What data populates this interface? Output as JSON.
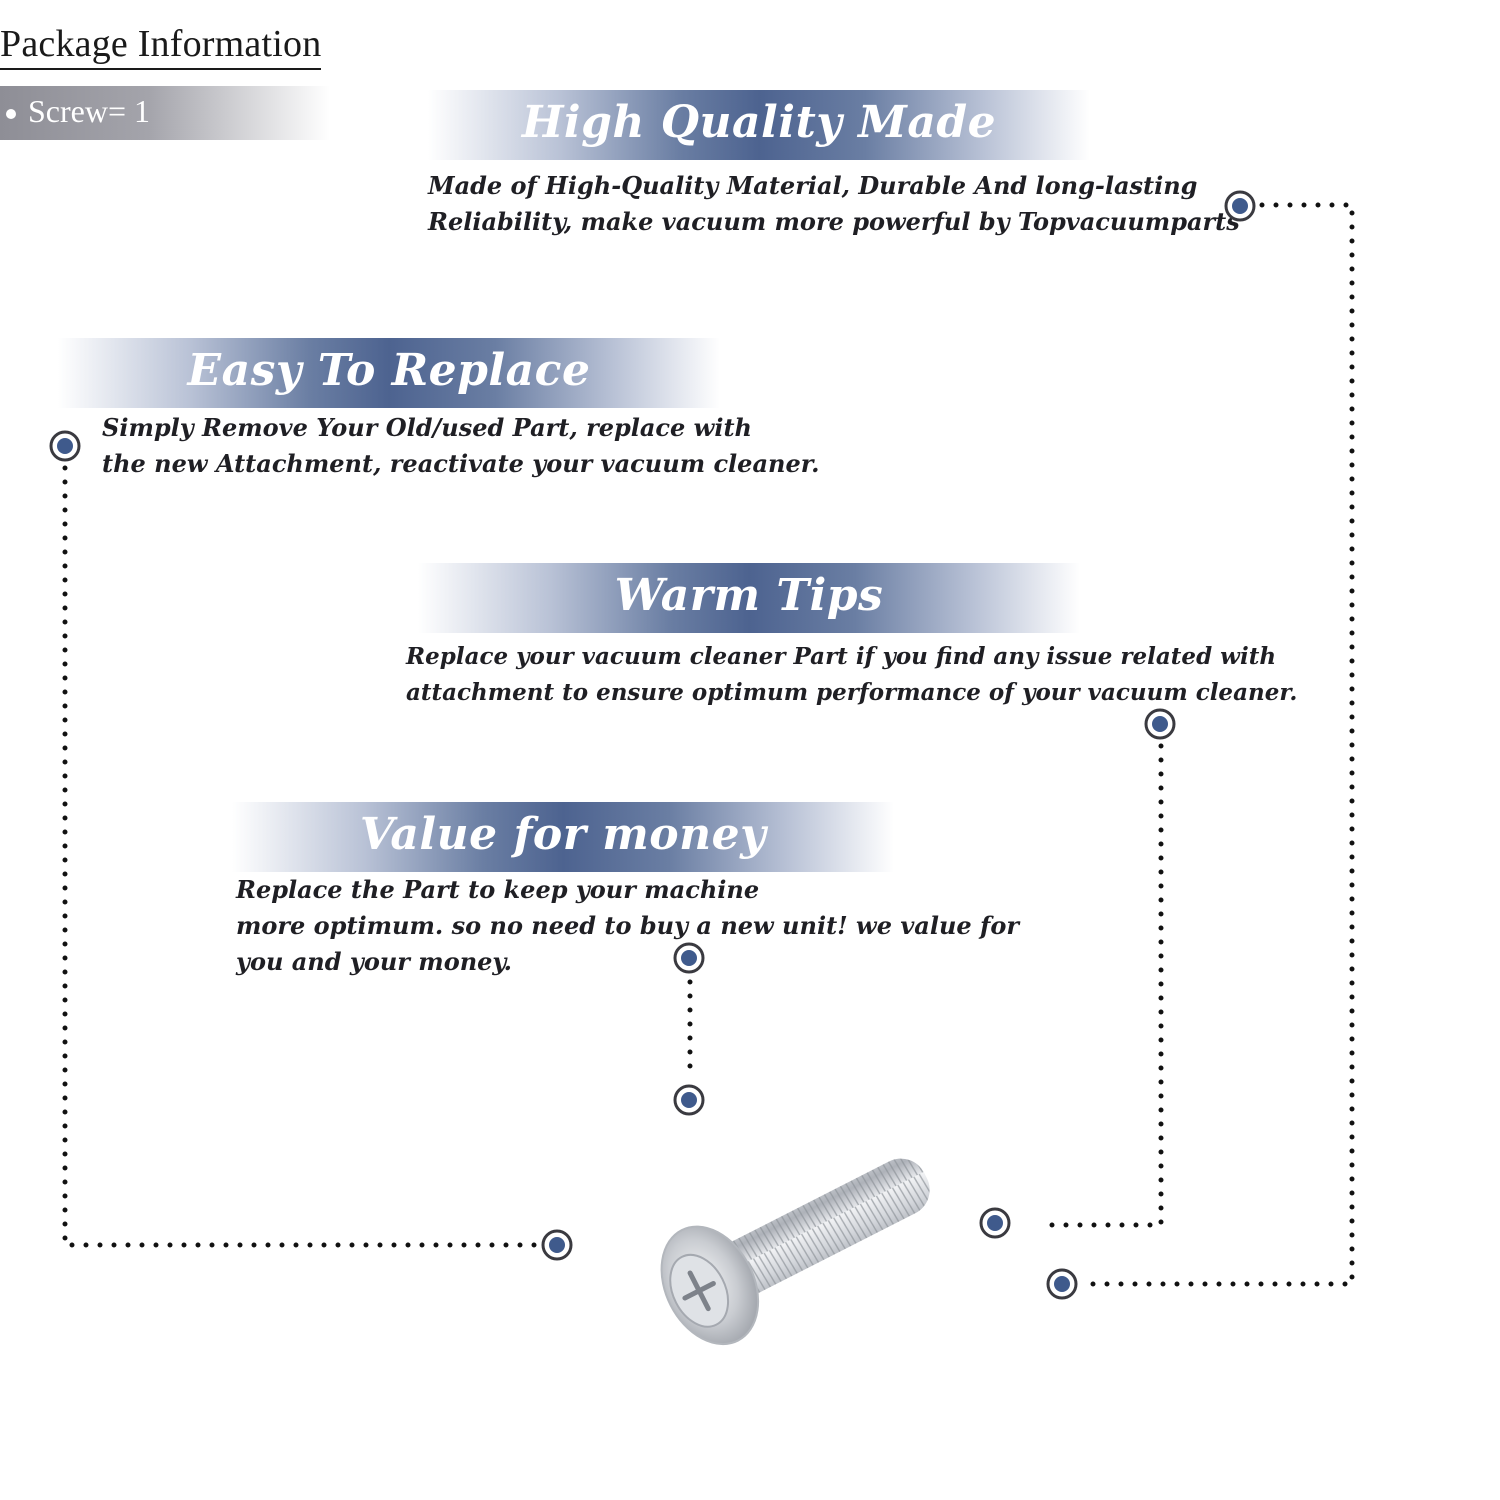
{
  "package": {
    "title": "Package Information",
    "item": "Screw= 1"
  },
  "features": [
    {
      "title": "High Quality Made",
      "lines": [
        "Made of  High-Quality Material, Durable And long-lasting",
        "Reliability, make vacuum more powerful by Topvacuumparts"
      ]
    },
    {
      "title": "Easy To Replace",
      "lines": [
        "Simply Remove Your Old/used Part, replace with",
        "the new Attachment, reactivate your vacuum cleaner."
      ]
    },
    {
      "title": "Warm Tips",
      "lines": [
        "Replace your vacuum cleaner Part if you find any issue related with",
        " attachment to ensure optimum performance of your vacuum cleaner."
      ]
    },
    {
      "title": "Value for money",
      "lines": [
        "Replace the Part to keep your machine",
        "more optimum. so no need to buy a new unit! we value for",
        "you and your money."
      ]
    }
  ],
  "colors": {
    "accent": "#4d6390",
    "marker_ring": "#3a3a40",
    "marker_fill": "#3f5a8c",
    "dots": "#111111"
  },
  "product_icon": "screw-icon"
}
